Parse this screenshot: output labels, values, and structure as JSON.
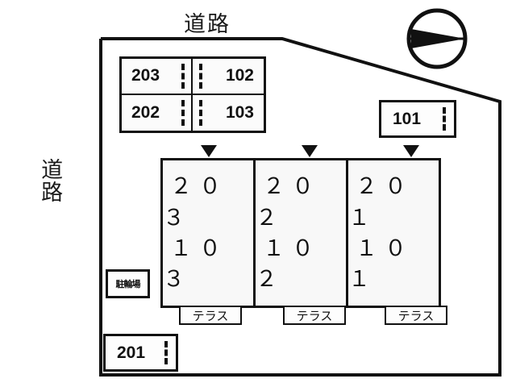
{
  "title": "Property site layout plan",
  "labels": {
    "road_top": "道路",
    "road_left": "道路",
    "bike_parking": "駐輪場",
    "terrace": "テラス"
  },
  "compass": {
    "icon": "compass-arrow-icon",
    "direction": "east"
  },
  "parking_grid": {
    "cells": [
      {
        "id": "203",
        "label": "203",
        "position": "top-left"
      },
      {
        "id": "102",
        "label": "102",
        "position": "top-right"
      },
      {
        "id": "202",
        "label": "202",
        "position": "bottom-left"
      },
      {
        "id": "103",
        "label": "103",
        "position": "bottom-right"
      }
    ]
  },
  "stalls": [
    {
      "id": "101",
      "label": "101"
    },
    {
      "id": "201",
      "label": "201"
    }
  ],
  "building": {
    "units": [
      {
        "upper": "２０３",
        "lower": "１０３",
        "terrace": "テラス"
      },
      {
        "upper": "２０２",
        "lower": "１０２",
        "terrace": "テラス"
      },
      {
        "upper": "２０１",
        "lower": "１０１",
        "terrace": "テラス"
      }
    ]
  },
  "colors": {
    "line": "#111111",
    "fill": "#fbfbfb",
    "background": "#ffffff"
  }
}
